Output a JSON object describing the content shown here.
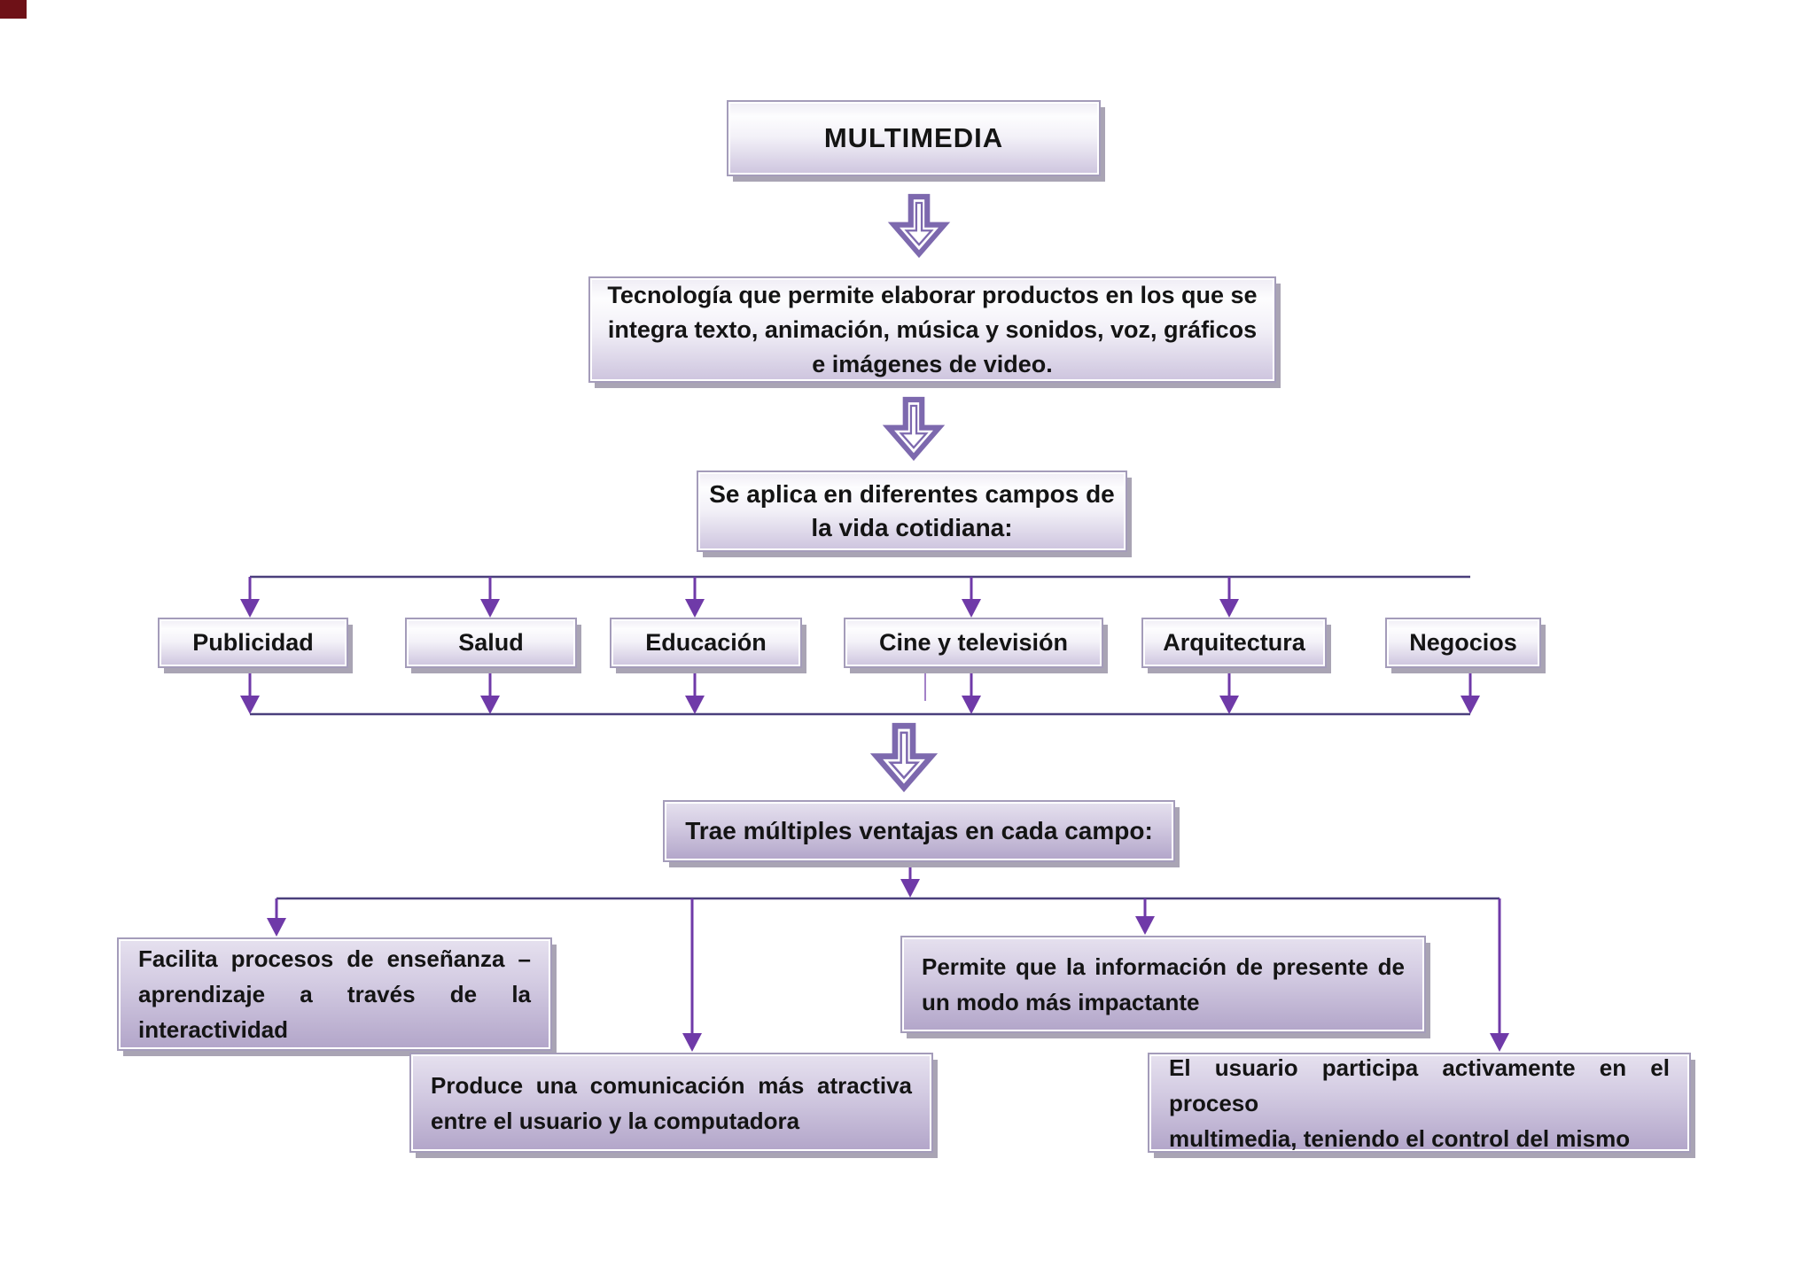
{
  "diagram": {
    "title": {
      "label": "MULTIMEDIA"
    },
    "definition": {
      "lines": [
        "Tecnología que permite elaborar productos en los que se",
        "integra texto, animación, música y sonidos, voz, gráficos",
        "e imágenes de video."
      ]
    },
    "fields_intro": {
      "lines": [
        "Se aplica en diferentes campos de",
        "la vida cotidiana:"
      ]
    },
    "fields": [
      {
        "label": "Publicidad"
      },
      {
        "label": "Salud"
      },
      {
        "label": "Educación"
      },
      {
        "label": "Cine y televisión"
      },
      {
        "label": "Arquitectura"
      },
      {
        "label": "Negocios"
      }
    ],
    "benefits_intro": {
      "label": "Trae múltiples ventajas en cada campo:"
    },
    "benefits": [
      {
        "lines": [
          "Facilita procesos de enseñanza –",
          "aprendizaje a través de la",
          "interactividad"
        ]
      },
      {
        "lines": [
          "Produce una comunicación más atractiva",
          "entre el usuario y la computadora"
        ]
      },
      {
        "lines": [
          "Permite que la información de presente de",
          "un modo más impactante"
        ]
      },
      {
        "lines": [
          "El usuario participa activamente en el proceso",
          "multimedia, teniendo el control del mismo"
        ]
      }
    ]
  },
  "colors": {
    "connector_line": "#4a3f7c",
    "connector_arrow": "#6f3aa8",
    "block_arrow": "#7d69ae",
    "box_border": "#a49cba",
    "box_shadow": "#a9a4b4",
    "text": "#141414",
    "corner_mark": "#6e1117"
  }
}
